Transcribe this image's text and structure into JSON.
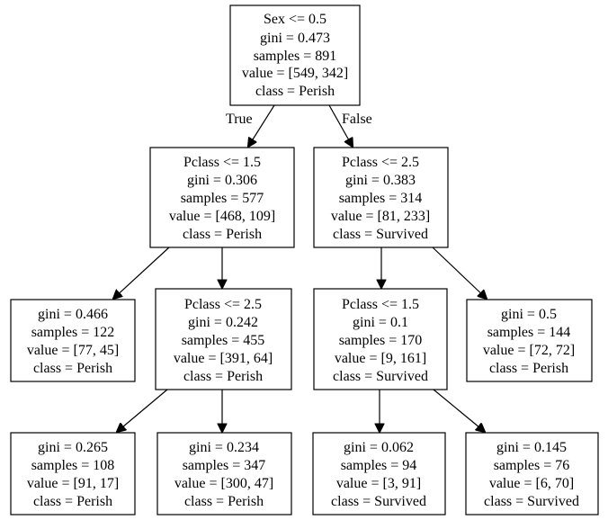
{
  "diagram": {
    "edge_labels": {
      "true_label": "True",
      "false_label": "False"
    },
    "nodes": {
      "root": [
        "Sex <= 0.5",
        "gini = 0.473",
        "samples = 891",
        "value = [549, 342]",
        "class = Perish"
      ],
      "n1": [
        "Pclass <= 1.5",
        "gini = 0.306",
        "samples = 577",
        "value = [468, 109]",
        "class = Perish"
      ],
      "n2": [
        "Pclass <= 2.5",
        "gini = 0.383",
        "samples = 314",
        "value = [81, 233]",
        "class = Survived"
      ],
      "n3": [
        "gini = 0.466",
        "samples = 122",
        "value = [77, 45]",
        "class = Perish"
      ],
      "n4": [
        "Pclass <= 2.5",
        "gini = 0.242",
        "samples = 455",
        "value = [391, 64]",
        "class = Perish"
      ],
      "n5": [
        "Pclass <= 1.5",
        "gini = 0.1",
        "samples = 170",
        "value = [9, 161]",
        "class = Survived"
      ],
      "n6": [
        "gini = 0.5",
        "samples = 144",
        "value = [72, 72]",
        "class = Perish"
      ],
      "n7": [
        "gini = 0.265",
        "samples = 108",
        "value = [91, 17]",
        "class = Perish"
      ],
      "n8": [
        "gini = 0.234",
        "samples = 347",
        "value = [300, 47]",
        "class = Perish"
      ],
      "n9": [
        "gini = 0.062",
        "samples = 94",
        "value = [3, 91]",
        "class = Survived"
      ],
      "n10": [
        "gini = 0.145",
        "samples = 76",
        "value = [6, 70]",
        "class = Survived"
      ]
    }
  }
}
